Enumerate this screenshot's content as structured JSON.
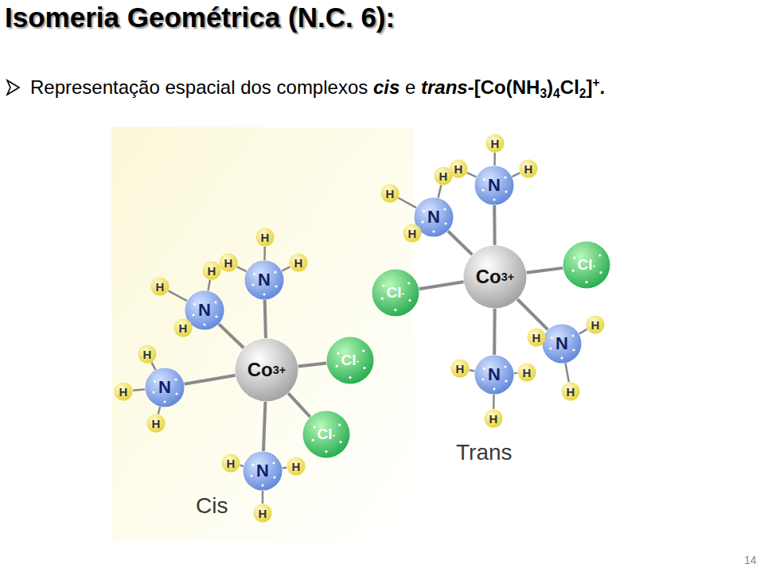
{
  "diagram": {
    "title": "Isomeria Geométrica (N.C. 6):",
    "nodes": [
      {
        "text": [
          "Co3+"
        ]
      },
      {
        "text": [
          "N"
        ]
      },
      {
        "text": [
          "H"
        ]
      },
      {
        "text": [
          "H"
        ]
      },
      {
        "text": [
          "H"
        ]
      },
      {
        "text": [
          "N"
        ]
      },
      {
        "text": [
          "H"
        ]
      },
      {
        "text": [
          "H"
        ]
      },
      {
        "text": [
          "H"
        ]
      },
      {
        "text": [
          "N"
        ]
      },
      {
        "text": [
          "H"
        ]
      },
      {
        "text": [
          "H"
        ]
      },
      {
        "text": [
          "H"
        ]
      },
      {
        "text": [
          "Cl-"
        ]
      },
      {
        "text": [
          "Cl-"
        ]
      },
      {
        "text": [
          "N"
        ]
      },
      {
        "text": [
          "H"
        ]
      },
      {
        "text": [
          "H"
        ]
      },
      {
        "text": [
          "H"
        ]
      },
      {
        "text": [
          "Co3+"
        ]
      },
      {
        "text": [
          "N"
        ]
      },
      {
        "text": [
          "H"
        ]
      },
      {
        "text": [
          "H"
        ]
      },
      {
        "text": [
          "H"
        ]
      },
      {
        "text": [
          "N"
        ]
      },
      {
        "text": [
          "H"
        ]
      },
      {
        "text": [
          "H"
        ]
      },
      {
        "text": [
          "H"
        ]
      },
      {
        "text": [
          "Cl-"
        ]
      },
      {
        "text": [
          "Cl-"
        ]
      },
      {
        "text": [
          "N"
        ]
      },
      {
        "text": [
          "H"
        ]
      },
      {
        "text": [
          "H"
        ]
      },
      {
        "text": [
          "H"
        ]
      },
      {
        "text": [
          "N"
        ]
      },
      {
        "text": [
          "H"
        ]
      },
      {
        "text": [
          "H"
        ]
      },
      {
        "text": [
          "H"
        ]
      }
    ],
    "edges": [
      {
        "from": 0,
        "to": 1,
        "arrow": "none"
      },
      {
        "from": 0,
        "to": 5,
        "arrow": "none"
      },
      {
        "from": 0,
        "to": 9,
        "arrow": "none"
      },
      {
        "from": 0,
        "to": 13,
        "arrow": "none"
      },
      {
        "from": 0,
        "to": 14,
        "arrow": "none"
      },
      {
        "from": 0,
        "to": 15,
        "arrow": "none"
      },
      {
        "from": 1,
        "to": 2,
        "arrow": "none"
      },
      {
        "from": 1,
        "to": 3,
        "arrow": "none"
      },
      {
        "from": 1,
        "to": 4,
        "arrow": "none"
      },
      {
        "from": 5,
        "to": 6,
        "arrow": "none"
      },
      {
        "from": 5,
        "to": 7,
        "arrow": "none"
      },
      {
        "from": 5,
        "to": 8,
        "arrow": "none"
      },
      {
        "from": 9,
        "to": 10,
        "arrow": "none"
      },
      {
        "from": 9,
        "to": 11,
        "arrow": "none"
      },
      {
        "from": 9,
        "to": 12,
        "arrow": "none"
      },
      {
        "from": 15,
        "to": 16,
        "arrow": "none"
      },
      {
        "from": 15,
        "to": 17,
        "arrow": "none"
      },
      {
        "from": 15,
        "to": 18,
        "arrow": "none"
      },
      {
        "from": 19,
        "to": 20,
        "arrow": "none"
      },
      {
        "from": 19,
        "to": 24,
        "arrow": "none"
      },
      {
        "from": 19,
        "to": 28,
        "arrow": "none"
      },
      {
        "from": 19,
        "to": 29,
        "arrow": "none"
      },
      {
        "from": 19,
        "to": 30,
        "arrow": "none"
      },
      {
        "from": 19,
        "to": 34,
        "arrow": "none"
      },
      {
        "from": 20,
        "to": 21,
        "arrow": "none"
      },
      {
        "from": 20,
        "to": 22,
        "arrow": "none"
      },
      {
        "from": 20,
        "to": 23,
        "arrow": "none"
      },
      {
        "from": 24,
        "to": 25,
        "arrow": "none"
      },
      {
        "from": 24,
        "to": 26,
        "arrow": "none"
      },
      {
        "from": 24,
        "to": 27,
        "arrow": "none"
      },
      {
        "from": 30,
        "to": 31,
        "arrow": "none"
      },
      {
        "from": 30,
        "to": 32,
        "arrow": "none"
      },
      {
        "from": 30,
        "to": 33,
        "arrow": "none"
      },
      {
        "from": 34,
        "to": 35,
        "arrow": "none"
      },
      {
        "from": 34,
        "to": 36,
        "arrow": "none"
      },
      {
        "from": 34,
        "to": 37,
        "arrow": "none"
      }
    ],
    "labels": [
      "Representação espacial dos complexos cis e trans-[Co(NH3)4Cl2]+.",
      "Cis",
      "Trans",
      "14"
    ]
  }
}
